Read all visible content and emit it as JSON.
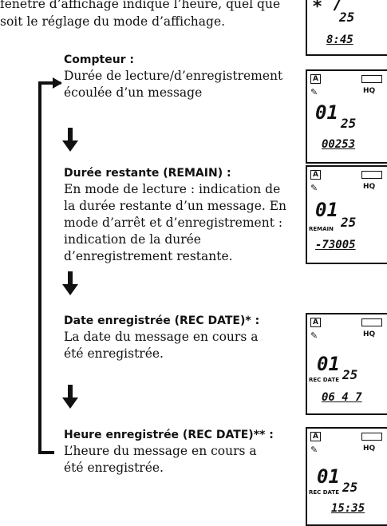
{
  "intro": {
    "line1": "fenêtre d’affichage indique l’heure, quel que",
    "line2": "soit le réglage du mode d’affichage."
  },
  "sections": [
    {
      "heading": "Compteur :",
      "lines": [
        "Durée de lecture/d’enregistrement",
        "écoulée d’un message"
      ]
    },
    {
      "heading": "Durée restante (REMAIN) :",
      "lines": [
        "En mode de lecture : indication de",
        "la durée restante d’un message. En",
        "mode d’arrêt et d’enregistrement :",
        "indication de la durée",
        "d’enregistrement restante."
      ]
    },
    {
      "heading": "Date enregistrée (REC DATE)* :",
      "lines": [
        "La date du message en cours a",
        "été enregistrée."
      ]
    },
    {
      "heading": "Heure enregistrée (REC DATE)** :",
      "lines": [
        "L’heure du message en cours a",
        "été enregistrée."
      ]
    }
  ],
  "displays": [
    {
      "top": "",
      "line2": "25",
      "bottom": "8:45"
    },
    {
      "badge": "A",
      "hq": "HQ",
      "line1": "01",
      "line2": "25",
      "bottom": "00253"
    },
    {
      "badge": "A",
      "hq": "HQ",
      "line1": "01",
      "label": "REMAIN",
      "line2": "25",
      "bottom": "-73005"
    },
    {
      "badge": "A",
      "hq": "HQ",
      "line1": "01",
      "label": "REC DATE",
      "line2": "25",
      "bottom": "06 4 7"
    },
    {
      "badge": "A",
      "hq": "HQ",
      "line1": "01",
      "label": "REC DATE",
      "line2": "25",
      "bottom": "15:35"
    }
  ]
}
